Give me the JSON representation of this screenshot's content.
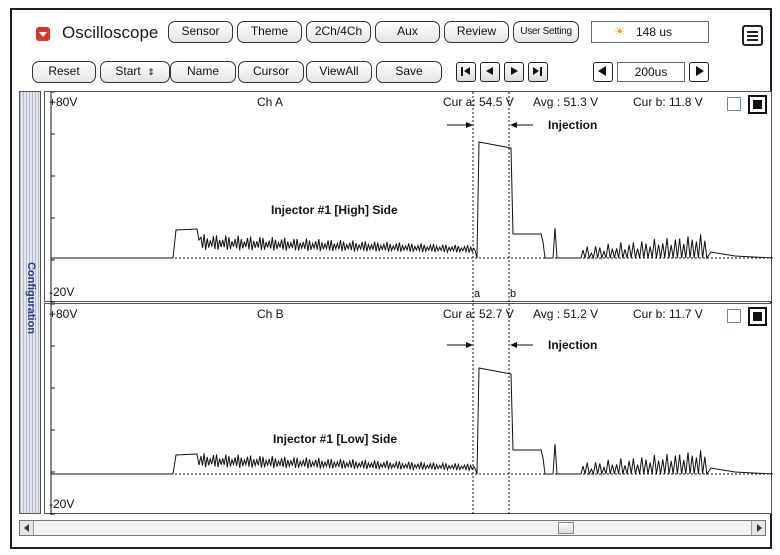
{
  "app": {
    "title": "Oscilloscope",
    "menu_icon": "red-dropdown-icon",
    "time_readout": "148 us",
    "time_icon": "sun-clock-icon"
  },
  "toolbar_top": {
    "sensor": "Sensor",
    "theme": "Theme",
    "channels": "2Ch/4Ch",
    "aux": "Aux",
    "review": "Review",
    "user_setting": "User Setting"
  },
  "toolbar_bottom": {
    "reset": "Reset",
    "start": "Start",
    "name": "Name",
    "cursor": "Cursor",
    "viewall": "ViewAll",
    "save": "Save",
    "timebase": "200us"
  },
  "sidebar": {
    "label": "Configuration"
  },
  "channels": [
    {
      "id": "A",
      "name": "Ch A",
      "ymax": "+80V",
      "ymin": "-20V",
      "cur_a": "Cur a: 54.5 V",
      "avg": "Avg : 51.3 V",
      "cur_b": "Cur b: 11.8 V",
      "cursor_a_label": "a",
      "cursor_b_label": "b",
      "annotation": "Injection",
      "title": "Injector #1 [High] Side"
    },
    {
      "id": "B",
      "name": "Ch B",
      "ymax": "+80V",
      "ymin": "-20V",
      "cur_a": "Cur a: 52.7 V",
      "avg": "Avg : 51.2 V",
      "cur_b": "Cur b: 11.7 V",
      "annotation": "Injection",
      "title": "Injector #1 [Low] Side"
    }
  ],
  "colors": {
    "accent_red": "#d9362b",
    "trace": "#111111",
    "sun_icon": "#e0a51b"
  }
}
